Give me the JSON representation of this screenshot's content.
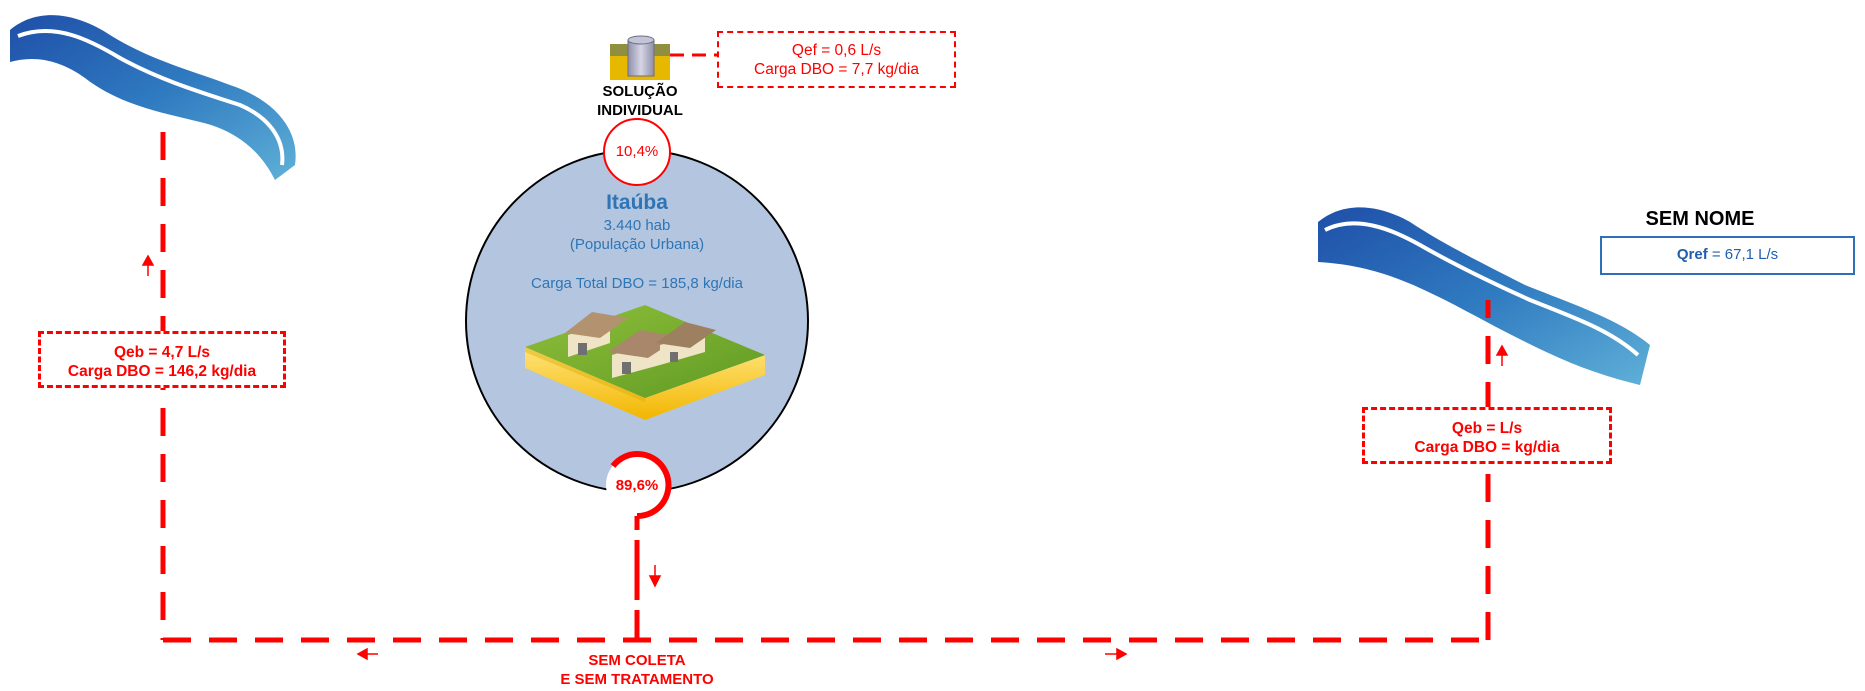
{
  "individual_solution": {
    "label_line1": "SOLUÇÃO",
    "label_line2": "INDIVIDUAL",
    "percent": "10,4%",
    "effluent_flow": "Qef = 0,6 L/s",
    "effluent_load": "Carga DBO = 7,7 kg/dia"
  },
  "city": {
    "name": "Itaúba",
    "population": "3.440 hab",
    "population_type": "(População Urbana)",
    "total_load": "Carga Total DBO = 185,8 kg/dia"
  },
  "no_collection": {
    "percent": "89,6%",
    "label_line1": "SEM COLETA",
    "label_line2": "E SEM TRATAMENTO"
  },
  "left_discharge": {
    "flow": "Qeb = 4,7 L/s",
    "load": "Carga DBO = 146,2 kg/dia"
  },
  "right_discharge": {
    "flow": "Qeb =  L/s",
    "load": "Carga DBO =  kg/dia"
  },
  "right_river": {
    "name": "SEM NOME",
    "qref_label": "Qref",
    "qref_value": " = 67,1 L/s"
  },
  "colors": {
    "flow_line": "#ff0000",
    "city_circle": "#b4c6df",
    "city_text": "#2e75b6",
    "river": "#2f7ac0"
  }
}
